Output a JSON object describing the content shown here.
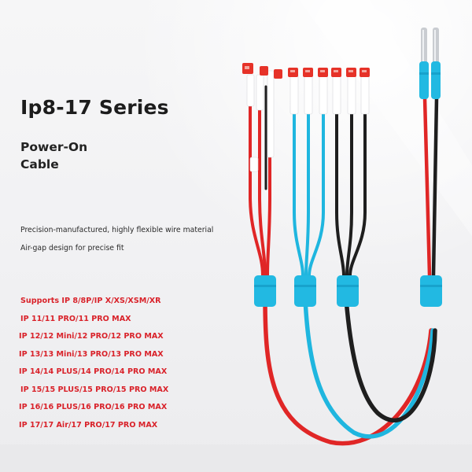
{
  "product": {
    "title": "Ip8-17 Series",
    "subtitle_line1": "Power-On",
    "subtitle_line2": "Cable",
    "features": [
      "Precision-manufactured, highly flexible wire material",
      "Air-gap design for precise fit"
    ],
    "models": [
      "Supports IP 8/8P/IP X/XS/XSM/XR",
      "IP 11/11 PRO/11 PRO MAX",
      "IP 12/12 Mini/12 PRO/12 PRO MAX",
      "IP 13/13 Mini/13 PRO/13 PRO MAX",
      "IP 14/14 PLUS/14 PRO/14 PRO MAX",
      "IP 15/15 PLUS/15 PRO/15 PRO MAX",
      "IP 16/16 PLUS/16 PRO/16 PRO MAX",
      "IP 17/17 Air/17 PRO/17 PRO MAX"
    ]
  },
  "colors": {
    "red_wire": "#e02626",
    "blue_wire": "#1fb6df",
    "black_wire": "#1e1e1e",
    "model_text": "#d9222a"
  }
}
